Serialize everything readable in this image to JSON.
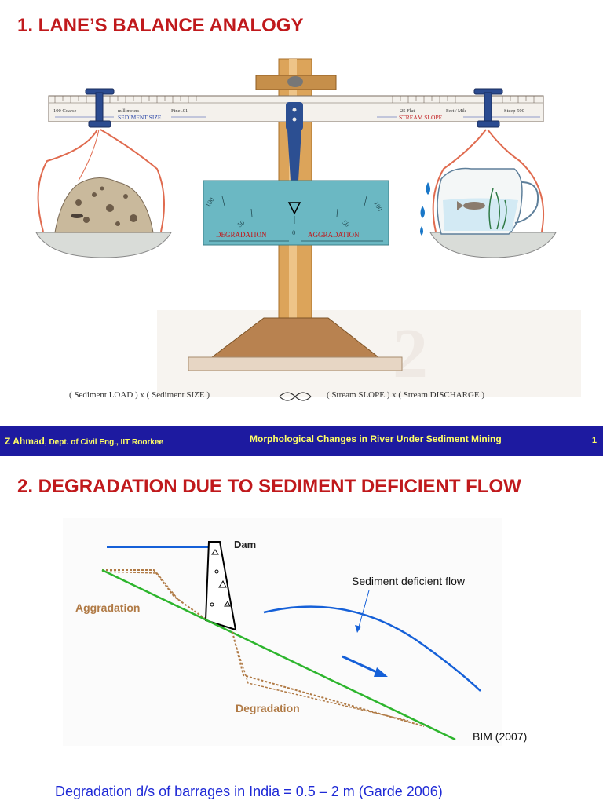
{
  "slide1": {
    "title": "1.  LANE’S BALANCE ANALOGY",
    "scale_left": {
      "coarse_label": "100 Coarse",
      "unit_label": "millimeters",
      "fine_label": "Fine .01",
      "name": "SEDIMENT SIZE"
    },
    "scale_right": {
      "flat_label": "25 Flat",
      "unit_label": "Feet / Mile",
      "steep_label": "Steep 500",
      "name": "STREAM SLOPE"
    },
    "gauge": {
      "ticks": [
        "100",
        "50",
        "0",
        "50",
        "100"
      ],
      "left_label": "DEGRADATION",
      "right_label": "AGGRADATION"
    },
    "caption": {
      "left": "( Sediment LOAD ) x ( Sediment SIZE )",
      "right": "( Stream SLOPE ) x ( Stream DISCHARGE )"
    }
  },
  "footer": {
    "author": "Z Ahmad",
    "department": ", Dept. of Civil Eng., IIT Roorkee",
    "course": "Morphological Changes in River Under Sediment Mining",
    "page": "1"
  },
  "slide2": {
    "title": "2. DEGRADATION DUE TO SEDIMENT DEFICIENT FLOW",
    "labels": {
      "dam": "Dam",
      "sediment_flow": "Sediment deficient flow",
      "aggradation": "Aggradation",
      "degradation": "Degradation",
      "citation": "BIM (2007)"
    },
    "bottom_text": "Degradation d/s of barrages in India = 0.5 – 2 m (Garde 2006)"
  },
  "colors": {
    "title_red": "#c0191c",
    "footer_bg": "#1d1aa0",
    "footer_text": "#ffff66",
    "bed_green": "#2db52d",
    "water_blue": "#1560d8",
    "aggradation_brown": "#b07a45"
  }
}
